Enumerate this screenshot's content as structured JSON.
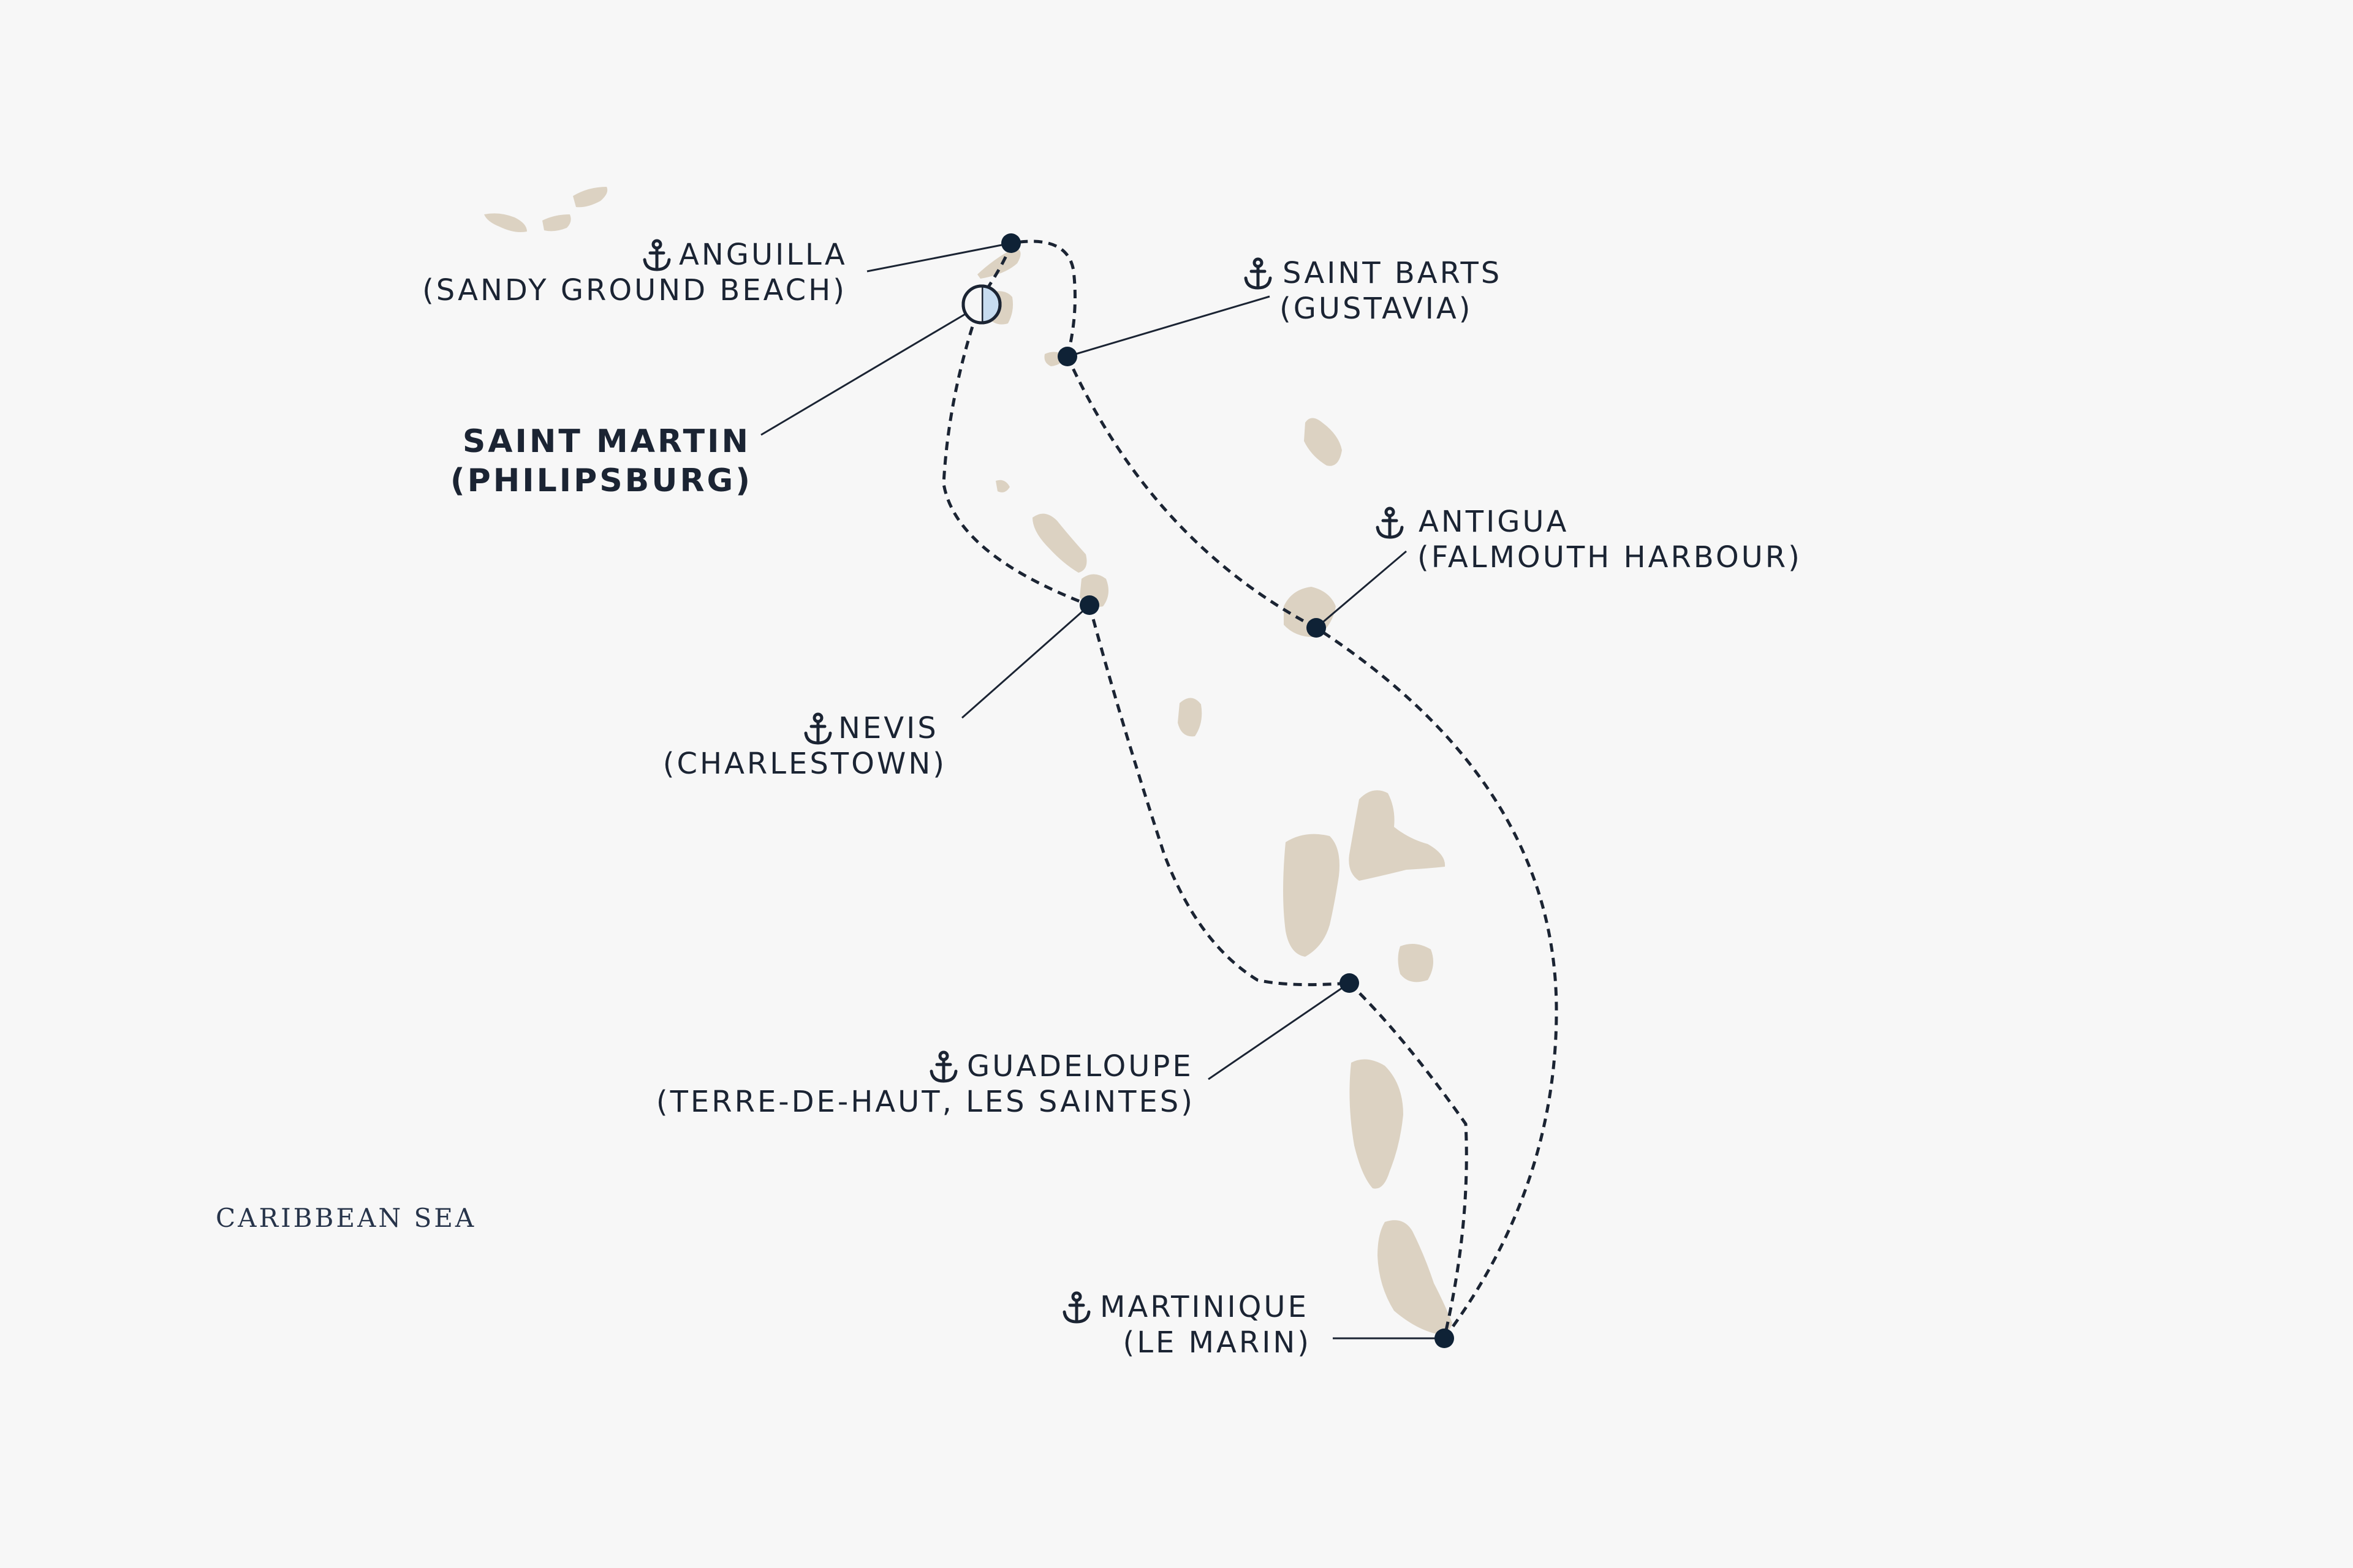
{
  "map": {
    "sea_label": "CARIBBEAN SEA",
    "colors": {
      "background": "#f7f7f7",
      "land": "#dcd2c2",
      "route": "#1b2433",
      "port_marker": "#0f2236",
      "embark_marker": "#c7dcf0"
    },
    "embarkation": {
      "name": "SAINT MARTIN",
      "sub": "(PHILIPSBURG)",
      "icon": "half-circle-embark-icon"
    },
    "ports": [
      {
        "name": "ANGUILLA",
        "sub": "(SANDY GROUND BEACH)",
        "icon": "anchor-icon"
      },
      {
        "name": "SAINT BARTS",
        "sub": "(GUSTAVIA)",
        "icon": "anchor-icon"
      },
      {
        "name": "ANTIGUA",
        "sub": "(FALMOUTH HARBOUR)",
        "icon": "anchor-icon"
      },
      {
        "name": "NEVIS",
        "sub": "(CHARLESTOWN)",
        "icon": "anchor-icon"
      },
      {
        "name": "GUADELOUPE",
        "sub": "(TERRE-DE-HAUT, LES SAINTES)",
        "icon": "anchor-icon"
      },
      {
        "name": "MARTINIQUE",
        "sub": "(LE MARIN)",
        "icon": "anchor-icon"
      }
    ]
  }
}
